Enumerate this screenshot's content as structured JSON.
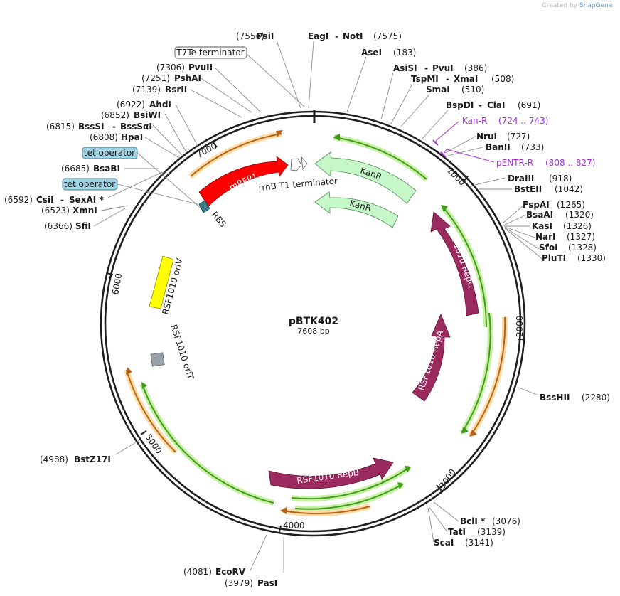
{
  "plasmid": {
    "name": "pBTK402",
    "size_label": "7608 bp"
  },
  "credit": {
    "prefix": "Created by",
    "brand": "SnapGene"
  },
  "ticks": [
    {
      "label": "1000",
      "bp": 1000
    },
    {
      "label": "2000",
      "bp": 2000
    },
    {
      "label": "3000",
      "bp": 3000
    },
    {
      "label": "4000",
      "bp": 4000
    },
    {
      "label": "5000",
      "bp": 5000
    },
    {
      "label": "6000",
      "bp": 6000
    },
    {
      "label": "7000",
      "bp": 7000
    }
  ],
  "sites": [
    {
      "name": "PsiI",
      "pos": "(7556)",
      "side": "left"
    },
    {
      "name": "EagI",
      "name2": "NotI",
      "pos": "(7575)",
      "side": "right"
    },
    {
      "name": "AseI",
      "pos": "(183)",
      "side": "right"
    },
    {
      "name": "AsiSI",
      "name2": "PvuI",
      "pos": "(386)",
      "side": "right"
    },
    {
      "name": "TspMI",
      "name2": "XmaI",
      "pos": "(508)",
      "side": "right"
    },
    {
      "name": "SmaI",
      "pos": "(510)",
      "side": "right"
    },
    {
      "name": "BspDI",
      "name2": "ClaI",
      "pos": "(691)",
      "side": "right"
    },
    {
      "name": "NruI",
      "pos": "(727)",
      "side": "right"
    },
    {
      "name": "BanII",
      "pos": "(733)",
      "side": "right"
    },
    {
      "name": "DraIII",
      "pos": "(918)",
      "side": "right"
    },
    {
      "name": "BstEII",
      "pos": "(1042)",
      "side": "right"
    },
    {
      "name": "FspAI",
      "pos": "(1265)",
      "side": "right"
    },
    {
      "name": "BsaAI",
      "pos": "(1320)",
      "side": "right"
    },
    {
      "name": "KasI",
      "pos": "(1326)",
      "side": "right"
    },
    {
      "name": "NarI",
      "pos": "(1327)",
      "side": "right"
    },
    {
      "name": "SfoI",
      "pos": "(1328)",
      "side": "right"
    },
    {
      "name": "PluTI",
      "pos": "(1330)",
      "side": "right"
    },
    {
      "name": "BssHII",
      "pos": "(2280)",
      "side": "right"
    },
    {
      "name": "BclI *",
      "pos": "(3076)",
      "side": "right"
    },
    {
      "name": "TatI",
      "pos": "(3139)",
      "side": "right"
    },
    {
      "name": "ScaI",
      "pos": "(3141)",
      "side": "right"
    },
    {
      "name": "PasI",
      "pos": "(3979)",
      "side": "right"
    },
    {
      "name": "EcoRV",
      "pos": "(4081)",
      "side": "left"
    },
    {
      "name": "BstZ17I",
      "pos": "(4988)",
      "side": "left"
    },
    {
      "name": "SfiI",
      "pos": "(6366)",
      "side": "left"
    },
    {
      "name": "XmnI",
      "pos": "(6523)",
      "side": "left"
    },
    {
      "name": "CsiI",
      "name2": "SexAI *",
      "pos": "(6592)",
      "side": "left"
    },
    {
      "name": "BsaBI",
      "pos": "(6685)",
      "side": "left"
    },
    {
      "name": "HpaI",
      "pos": "(6808)",
      "side": "left"
    },
    {
      "name": "BssSI",
      "name2": "BssSαI",
      "pos": "(6815)",
      "side": "left"
    },
    {
      "name": "BsiWI",
      "pos": "(6852)",
      "side": "left"
    },
    {
      "name": "AhdI",
      "pos": "(6922)",
      "side": "left"
    },
    {
      "name": "RsrII",
      "pos": "(7139)",
      "side": "left"
    },
    {
      "name": "PshAI",
      "pos": "(7251)",
      "side": "left"
    },
    {
      "name": "PvuII",
      "pos": "(7306)",
      "side": "left"
    }
  ],
  "boxed_features": [
    {
      "name": "T7Te terminator"
    },
    {
      "name": "tet operator"
    },
    {
      "name": "tet operator"
    }
  ],
  "primers": [
    {
      "name": "Kan-R",
      "range": "(724 .. 743)"
    },
    {
      "name": "pENTR-R",
      "range": "(808 .. 827)"
    }
  ],
  "features": [
    {
      "name": "mRFP1",
      "color": "#ff0000"
    },
    {
      "name": "KanR",
      "color": "#c6f7c9"
    },
    {
      "name": "KanR",
      "color": "#c6f7c9"
    },
    {
      "name": "RSF1010 RepC",
      "color": "#9b2a5f"
    },
    {
      "name": "RSF1010 RepA",
      "color": "#9b2a5f"
    },
    {
      "name": "RSF1010 RepB",
      "color": "#9b2a5f"
    },
    {
      "name": "RSF1010 oriV",
      "color": "#ffff00"
    },
    {
      "name": "RSF1010 oriT",
      "color": "#9aa0aa"
    },
    {
      "name": "rrnB T1 terminator",
      "color": "#ffffff"
    },
    {
      "name": "RBS",
      "color": "#3b7b8c"
    }
  ],
  "colors": {
    "backbone": "#1f1f1f",
    "orf_green": "#3f9d1a",
    "orf_green_glow": "#c9f0a6",
    "orf_orange": "#b5641e",
    "orf_orange_glow": "#ffdca3",
    "primer": "#a033d6",
    "tet_operator": "#9fd4e6"
  }
}
